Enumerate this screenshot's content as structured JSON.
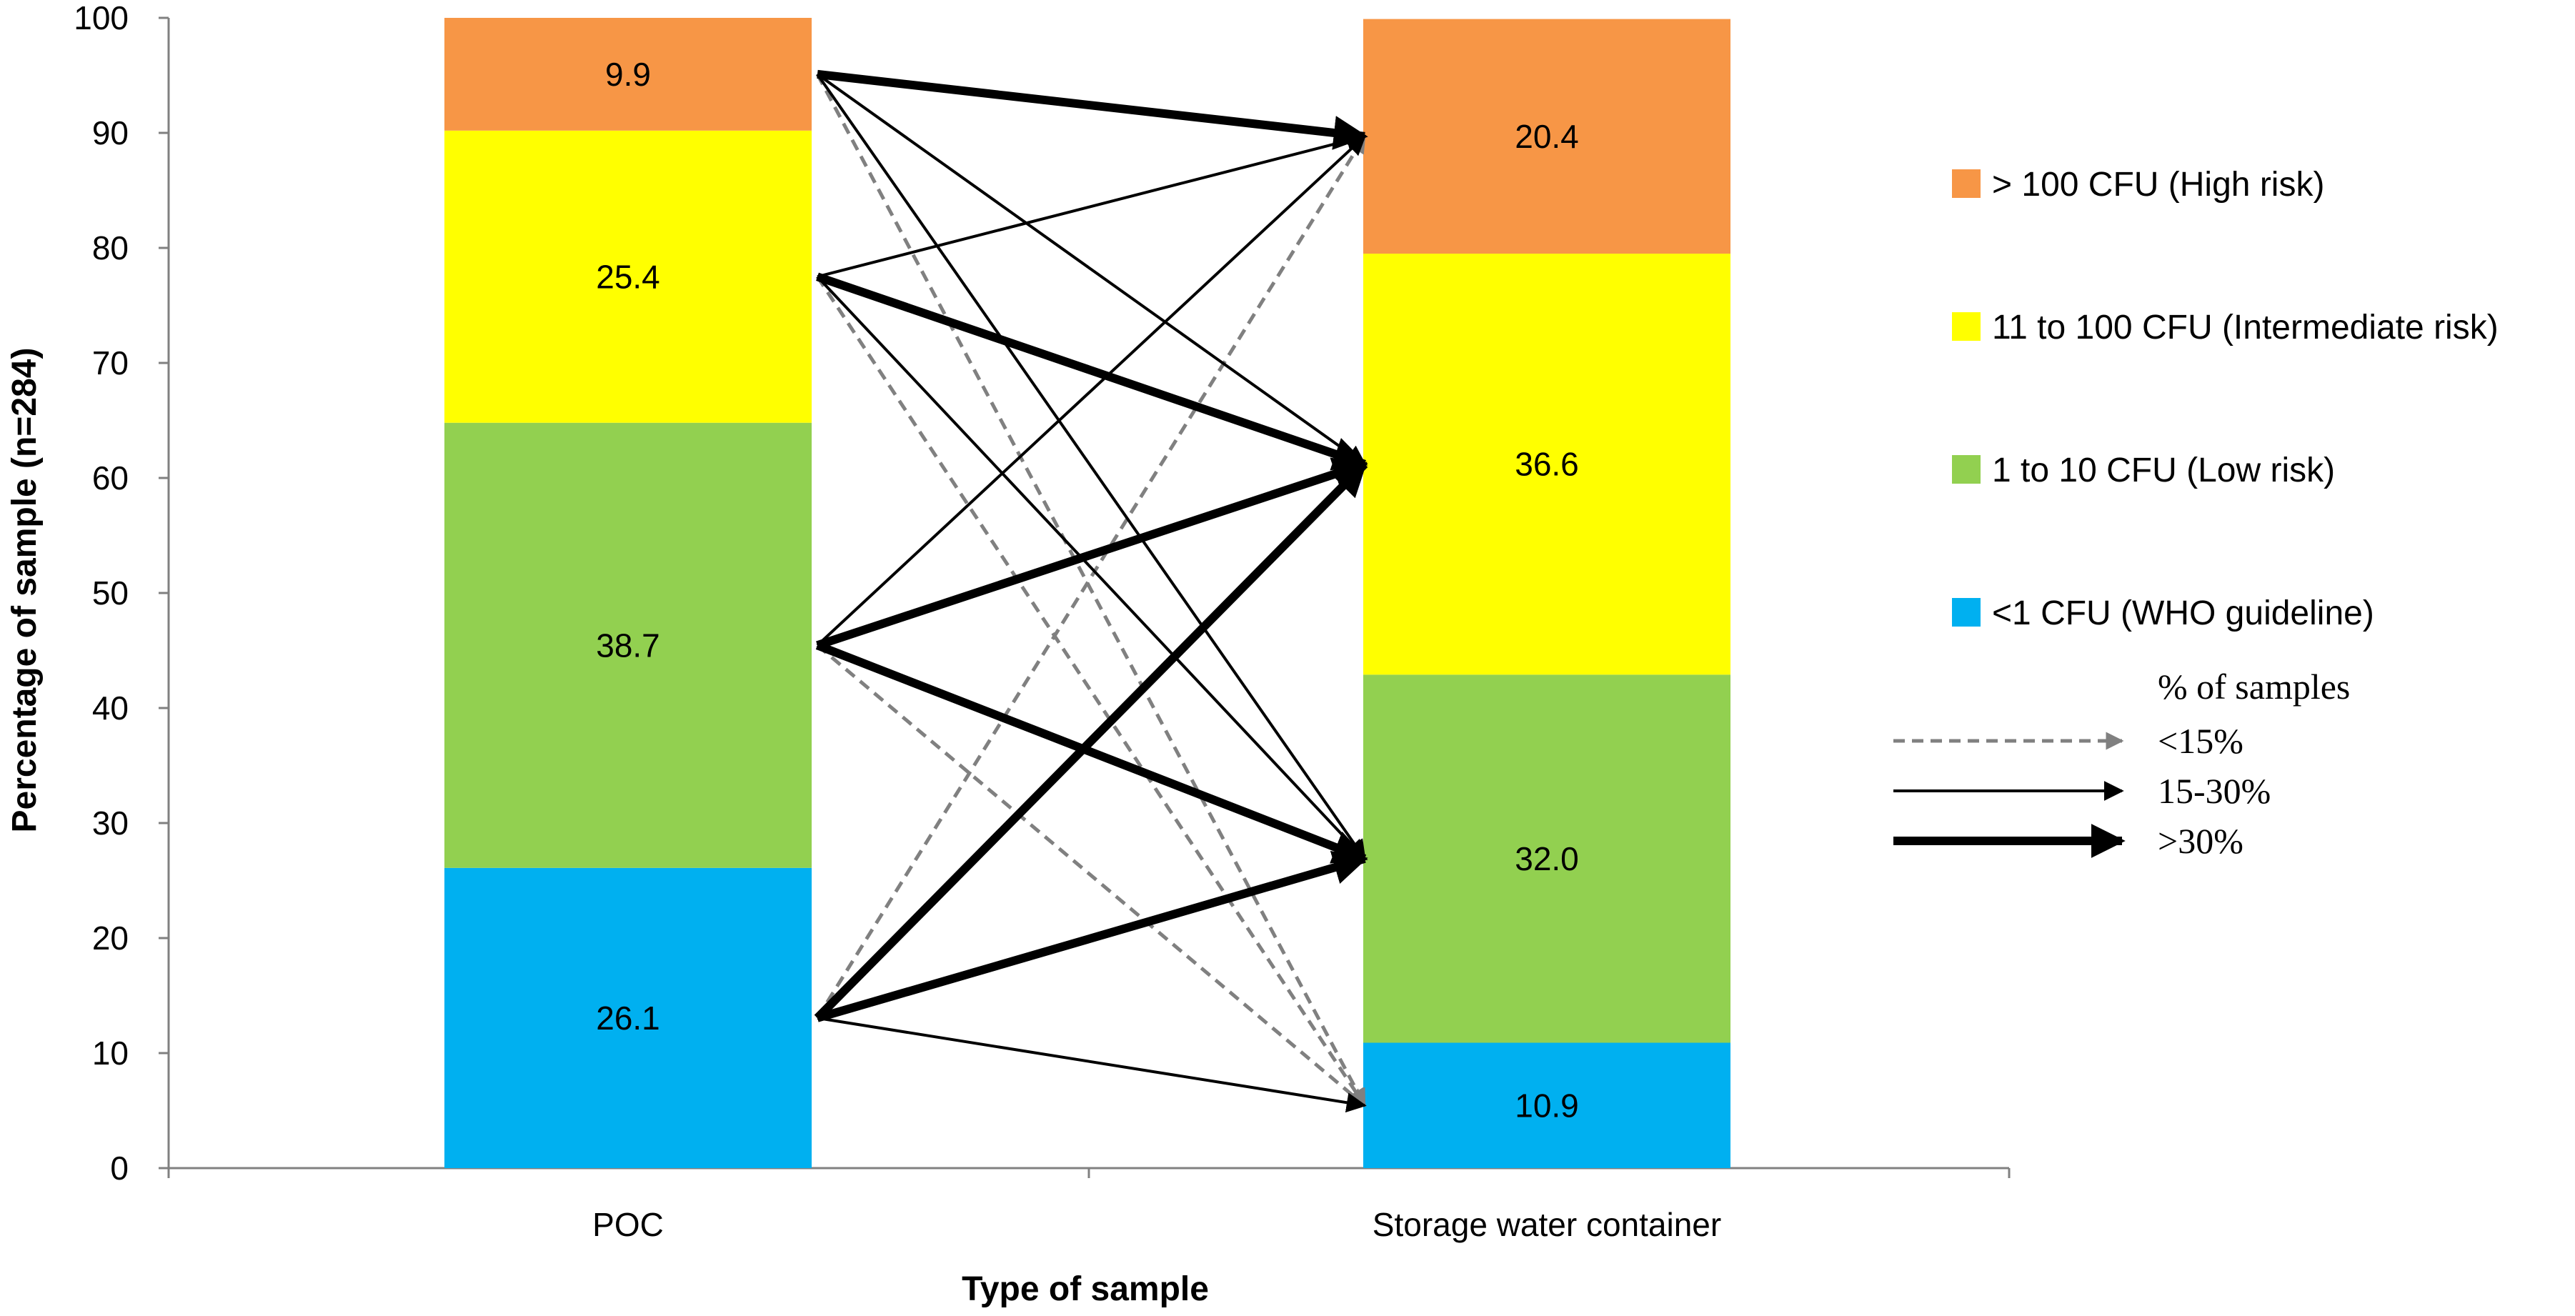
{
  "chart_data": {
    "type": "bar",
    "stacked": true,
    "categories": [
      "POC",
      "Storage water container"
    ],
    "xlabel": "Type of sample",
    "ylabel": "Percentage of sample (n=284)",
    "ylim": [
      0,
      100
    ],
    "yticks": [
      0,
      10,
      20,
      30,
      40,
      50,
      60,
      70,
      80,
      90,
      100
    ],
    "series": [
      {
        "name": "<1 CFU (WHO guideline)",
        "color": "#00B0F0",
        "values": [
          26.1,
          10.9
        ]
      },
      {
        "name": "1 to 10 CFU (Low risk)",
        "color": "#92D050",
        "values": [
          38.7,
          32.0
        ]
      },
      {
        "name": "11 to 100 CFU (Intermediate risk)",
        "color": "#FFFF00",
        "values": [
          25.4,
          36.6
        ]
      },
      {
        "name": "> 100 CFU (High risk)",
        "color": "#F79646",
        "values": [
          9.9,
          20.4
        ]
      }
    ],
    "value_labels": [
      [
        "26.1",
        "10.9"
      ],
      [
        "38.7",
        "32.0"
      ],
      [
        "25.4",
        "36.6"
      ],
      [
        "9.9",
        "20.4"
      ]
    ],
    "legend_order": [
      3,
      2,
      1,
      0
    ],
    "legend_position": "right",
    "transitions": [
      {
        "from": 3,
        "to": 3,
        "weight": ">30%"
      },
      {
        "from": 3,
        "to": 2,
        "weight": "15-30%"
      },
      {
        "from": 3,
        "to": 1,
        "weight": "15-30%"
      },
      {
        "from": 3,
        "to": 0,
        "weight": "<15%"
      },
      {
        "from": 2,
        "to": 3,
        "weight": "15-30%"
      },
      {
        "from": 2,
        "to": 2,
        "weight": ">30%"
      },
      {
        "from": 2,
        "to": 1,
        "weight": "15-30%"
      },
      {
        "from": 2,
        "to": 0,
        "weight": "<15%"
      },
      {
        "from": 1,
        "to": 3,
        "weight": "15-30%"
      },
      {
        "from": 1,
        "to": 2,
        "weight": ">30%"
      },
      {
        "from": 1,
        "to": 1,
        "weight": ">30%"
      },
      {
        "from": 1,
        "to": 0,
        "weight": "<15%"
      },
      {
        "from": 0,
        "to": 3,
        "weight": "<15%"
      },
      {
        "from": 0,
        "to": 2,
        "weight": ">30%"
      },
      {
        "from": 0,
        "to": 1,
        "weight": ">30%"
      },
      {
        "from": 0,
        "to": 0,
        "weight": "15-30%"
      }
    ],
    "arrow_legend": {
      "title": "% of samples",
      "items": [
        {
          "label": "<15%",
          "style": "dashed",
          "color": "#808080"
        },
        {
          "label": "15-30%",
          "style": "thin",
          "color": "#000000"
        },
        {
          "label": ">30%",
          "style": "thick",
          "color": "#000000"
        }
      ]
    }
  }
}
